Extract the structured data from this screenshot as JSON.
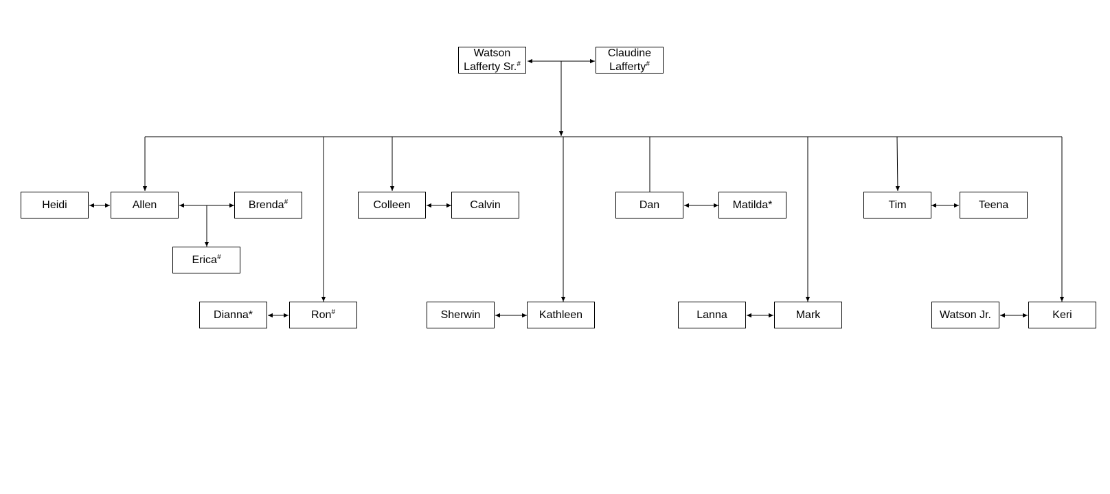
{
  "people": {
    "watson_sr": {
      "line1": "Watson",
      "line2": "Lafferty Sr.",
      "mark": "#"
    },
    "claudine": {
      "line1": "Claudine",
      "line2": "Lafferty",
      "mark": "#"
    },
    "heidi": {
      "name": "Heidi",
      "mark": ""
    },
    "allen": {
      "name": "Allen",
      "mark": ""
    },
    "brenda": {
      "name": "Brenda",
      "mark": "#"
    },
    "erica": {
      "name": "Erica",
      "mark": "#"
    },
    "colleen": {
      "name": "Colleen",
      "mark": ""
    },
    "calvin": {
      "name": "Calvin",
      "mark": ""
    },
    "dan": {
      "name": "Dan",
      "mark": ""
    },
    "matilda": {
      "name": "Matilda*",
      "mark": ""
    },
    "tim": {
      "name": "Tim",
      "mark": ""
    },
    "teena": {
      "name": "Teena",
      "mark": ""
    },
    "dianna": {
      "name": "Dianna*",
      "mark": ""
    },
    "ron": {
      "name": "Ron",
      "mark": "#"
    },
    "sherwin": {
      "name": "Sherwin",
      "mark": ""
    },
    "kathleen": {
      "name": "Kathleen",
      "mark": ""
    },
    "lanna": {
      "name": "Lanna",
      "mark": ""
    },
    "mark": {
      "name": "Mark",
      "mark": ""
    },
    "watson_jr": {
      "name": "Watson Jr.",
      "mark": ""
    },
    "keri": {
      "name": "Keri",
      "mark": ""
    }
  },
  "colors": {
    "stroke": "#000000",
    "fill": "#ffffff"
  }
}
